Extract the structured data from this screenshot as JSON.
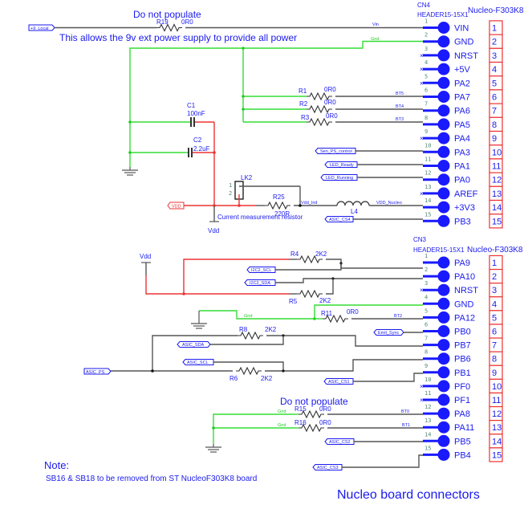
{
  "notes": {
    "r19_note": "Do not populate",
    "power_note": "This allows the 9v ext power supply to provide all power",
    "r15_note": "Do not populate",
    "current_note": "Current measurement resistor",
    "note_title": "Note:",
    "note_body": "SB16 & SB18 to be removed from ST NucleoF303K8 board",
    "footer_title": "Nucleo board connectors"
  },
  "connectors": [
    {
      "ref": "CN4",
      "part": "HEADER15-15X1",
      "board": "Nucleo-F303K8",
      "pins": [
        {
          "num": "1",
          "name": "VIN",
          "nc": false
        },
        {
          "num": "2",
          "name": "GND",
          "nc": false
        },
        {
          "num": "3",
          "name": "NRST",
          "nc": true
        },
        {
          "num": "4",
          "name": "+5V",
          "nc": true
        },
        {
          "num": "5",
          "name": "PA2",
          "nc": true
        },
        {
          "num": "6",
          "name": "PA7",
          "nc": false
        },
        {
          "num": "7",
          "name": "PA6",
          "nc": false
        },
        {
          "num": "8",
          "name": "PA5",
          "nc": false
        },
        {
          "num": "9",
          "name": "PA4",
          "nc": true
        },
        {
          "num": "10",
          "name": "PA3",
          "nc": false
        },
        {
          "num": "11",
          "name": "PA1",
          "nc": false
        },
        {
          "num": "12",
          "name": "PA0",
          "nc": false
        },
        {
          "num": "13",
          "name": "AREF",
          "nc": true
        },
        {
          "num": "14",
          "name": "+3V3",
          "nc": false
        },
        {
          "num": "15",
          "name": "PB3",
          "nc": false
        }
      ]
    },
    {
      "ref": "CN3",
      "part": "HEADER15-15X1",
      "board": "Nucleo-F303K8",
      "pins": [
        {
          "num": "1",
          "name": "PA9",
          "nc": false
        },
        {
          "num": "2",
          "name": "PA10",
          "nc": false
        },
        {
          "num": "3",
          "name": "NRST",
          "nc": true
        },
        {
          "num": "4",
          "name": "GND",
          "nc": false
        },
        {
          "num": "5",
          "name": "PA12",
          "nc": false
        },
        {
          "num": "6",
          "name": "PB0",
          "nc": false
        },
        {
          "num": "7",
          "name": "PB7",
          "nc": false
        },
        {
          "num": "8",
          "name": "PB6",
          "nc": false
        },
        {
          "num": "9",
          "name": "PB1",
          "nc": false
        },
        {
          "num": "10",
          "name": "PF0",
          "nc": true
        },
        {
          "num": "11",
          "name": "PF1",
          "nc": true
        },
        {
          "num": "12",
          "name": "PA8",
          "nc": false
        },
        {
          "num": "13",
          "name": "PA11",
          "nc": false
        },
        {
          "num": "14",
          "name": "PB5",
          "nc": false
        },
        {
          "num": "15",
          "name": "PB4",
          "nc": false
        }
      ]
    }
  ],
  "components": {
    "R19": {
      "ref": "R19",
      "value": "0R0"
    },
    "R1": {
      "ref": "R1",
      "value": "0R0"
    },
    "R2": {
      "ref": "R2",
      "value": "0R0"
    },
    "R3": {
      "ref": "R3",
      "value": "0R0"
    },
    "C1": {
      "ref": "C1",
      "value": "100nF"
    },
    "C2": {
      "ref": "C2",
      "value": "2.2uF"
    },
    "LK2": {
      "ref": "LK2",
      "pin1": "1",
      "pin2": "2"
    },
    "R25": {
      "ref": "R25",
      "value": "220R"
    },
    "L4": {
      "ref": "L4"
    },
    "R4": {
      "ref": "R4",
      "value": "2K2"
    },
    "R5": {
      "ref": "R5",
      "value": "2K2"
    },
    "R11": {
      "ref": "R11",
      "value": "0R0"
    },
    "R8": {
      "ref": "R8",
      "value": "2K2"
    },
    "R6": {
      "ref": "R6",
      "value": "2K2"
    },
    "R15": {
      "ref": "R15",
      "value": "0R0"
    },
    "R16": {
      "ref": "R16",
      "value": "0R0"
    }
  },
  "nets": {
    "vin": "Vin",
    "gnd": "Gnd",
    "bt5": "BT5",
    "bt4": "BT4",
    "bt3": "BT3",
    "bt2": "BT2",
    "bt0": "BT0",
    "bt1": "BT1",
    "vdd_ind": "Vdd_Ind",
    "vdd_nucleo": "VDD_Nucleo",
    "vdd": "Vdd"
  },
  "ports": {
    "p9_local": "+9_Local",
    "sen_ps_control": "Sen_PS_control",
    "led_ready": "LED_Ready",
    "led_running": "LED_Running",
    "asic_cs4": "ASIC_CS4",
    "vdd_port": "VDD",
    "i2c2_scl": "I2C2_SCL",
    "i2c2_sda": "I2C2_SDA",
    "emit_sync": "Emit_Sync",
    "asic_sda": "ASIC_SDA",
    "asic_scl": "ASIC_SCL",
    "asic_ps": "ASIC_PS",
    "asic_cs1": "ASIC_CS1",
    "asic_cs2": "ASIC_CS2",
    "asic_cs3": "ASIC_CS3"
  }
}
